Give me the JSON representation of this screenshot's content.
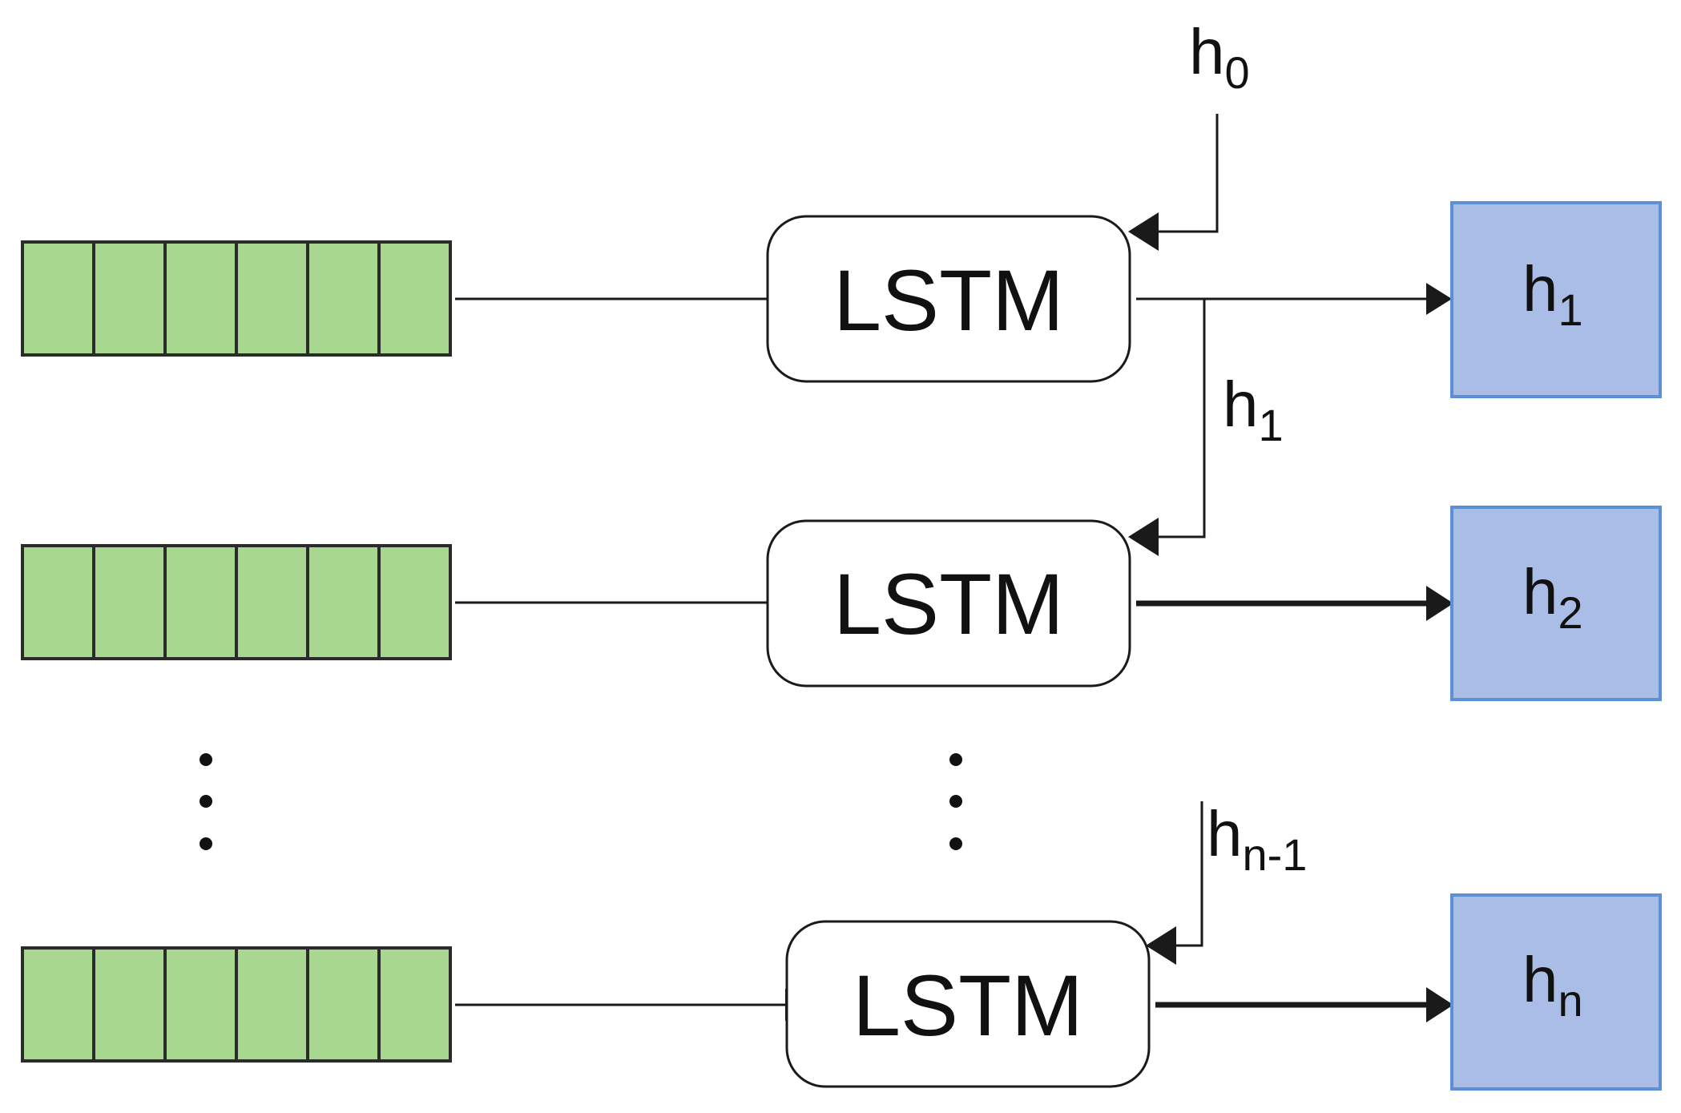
{
  "colors": {
    "input_cell": "#a8d890",
    "output_box": "#a9bde6",
    "output_border": "#5b8fd6",
    "stroke": "#1a1a1a"
  },
  "lstm_label": "LSTM",
  "rows": [
    {
      "lstm": "LSTM",
      "output": {
        "base": "h",
        "sub": "1"
      },
      "recurrent_in": {
        "base": "h",
        "sub": "0"
      },
      "cells": 6
    },
    {
      "lstm": "LSTM",
      "output": {
        "base": "h",
        "sub": "2"
      },
      "recurrent_in": {
        "base": "h",
        "sub": "1"
      },
      "cells": 6
    },
    {
      "lstm": "LSTM",
      "output": {
        "base": "h",
        "sub": "n"
      },
      "recurrent_in": {
        "base": "h",
        "sub": "n-1"
      },
      "cells": 6
    }
  ],
  "ellipsis": "⋮"
}
